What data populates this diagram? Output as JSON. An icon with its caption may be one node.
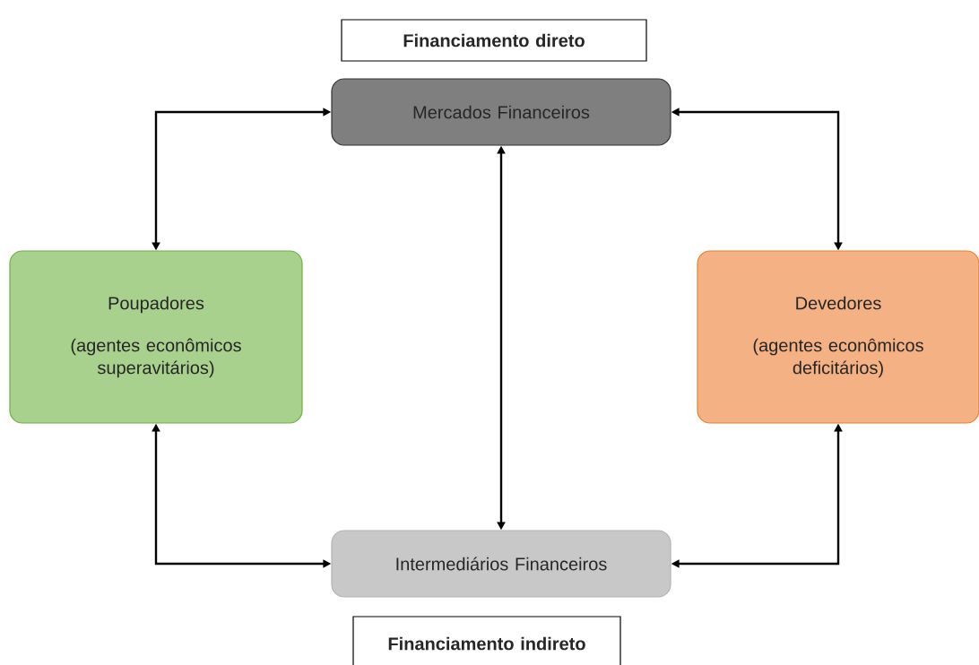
{
  "diagram": {
    "nodes": [
      {
        "text": [
          "Financiamento direto"
        ]
      },
      {
        "text": [
          "Mercados Financeiros"
        ]
      },
      {
        "text": [
          "Poupadores",
          "(agentes econômicos superavitários)"
        ]
      },
      {
        "text": [
          "Devedores",
          "(agentes econômicos deficitários)"
        ]
      },
      {
        "text": [
          "Intermediários Financeiros"
        ]
      },
      {
        "text": [
          "Financiamento indireto"
        ]
      }
    ],
    "edges": [
      {
        "from": 2,
        "to": 1,
        "arrow": "both"
      },
      {
        "from": 1,
        "to": 3,
        "arrow": "both"
      },
      {
        "from": 1,
        "to": 4,
        "arrow": "both"
      },
      {
        "from": 2,
        "to": 4,
        "arrow": "both"
      },
      {
        "from": 3,
        "to": 4,
        "arrow": "both"
      }
    ]
  }
}
